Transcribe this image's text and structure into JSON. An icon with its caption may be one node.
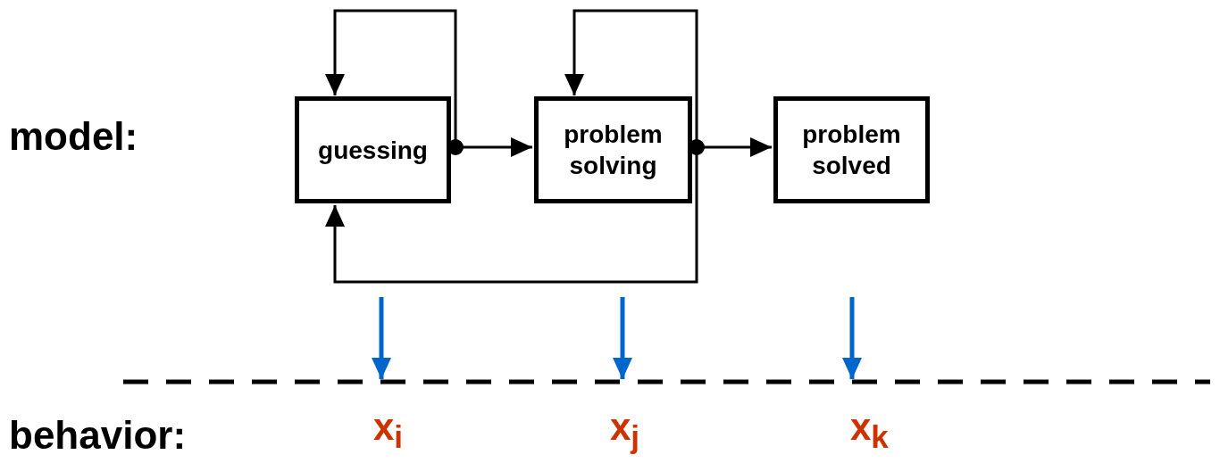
{
  "diagram": {
    "nodes": [
      {
        "text": [
          "guessing"
        ]
      },
      {
        "text": [
          "problem solving"
        ]
      },
      {
        "text": [
          "problem solved"
        ]
      }
    ],
    "edges": [
      {
        "from": 0,
        "to": 0,
        "arrow": "to"
      },
      {
        "from": 0,
        "to": 1,
        "arrow": "to"
      },
      {
        "from": 1,
        "to": 1,
        "arrow": "to"
      },
      {
        "from": 1,
        "to": 0,
        "arrow": "to"
      },
      {
        "from": 1,
        "to": 2,
        "arrow": "to"
      }
    ],
    "labels": [
      "model:",
      "behavior:",
      "x$_{i}$",
      "x$_{j}$",
      "x$_{k}$"
    ]
  }
}
